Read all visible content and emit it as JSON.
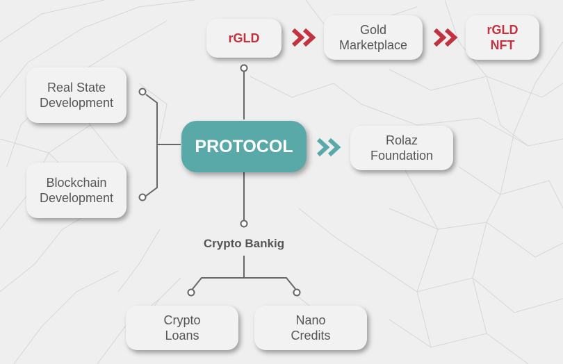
{
  "nodes": {
    "rgld": "rGLD",
    "gold_marketplace": "Gold\nMarketplace",
    "rgld_nft": "rGLD\nNFT",
    "real_state_development": "Real State\nDevelopment",
    "blockchain_development": "Blockchain\nDevelopment",
    "protocol": "PROTOCOL",
    "rolaz_foundation": "Rolaz\nFoundation",
    "crypto_banking": "Crypto Bankig",
    "crypto_loans": "Crypto\nLoans",
    "nano_credits": "Nano\nCredits"
  },
  "colors": {
    "accent_red": "#c0333f",
    "accent_teal": "#5aa9a9",
    "line": "#666666"
  },
  "icons": {
    "arrow": "double-chevron-right-icon"
  }
}
